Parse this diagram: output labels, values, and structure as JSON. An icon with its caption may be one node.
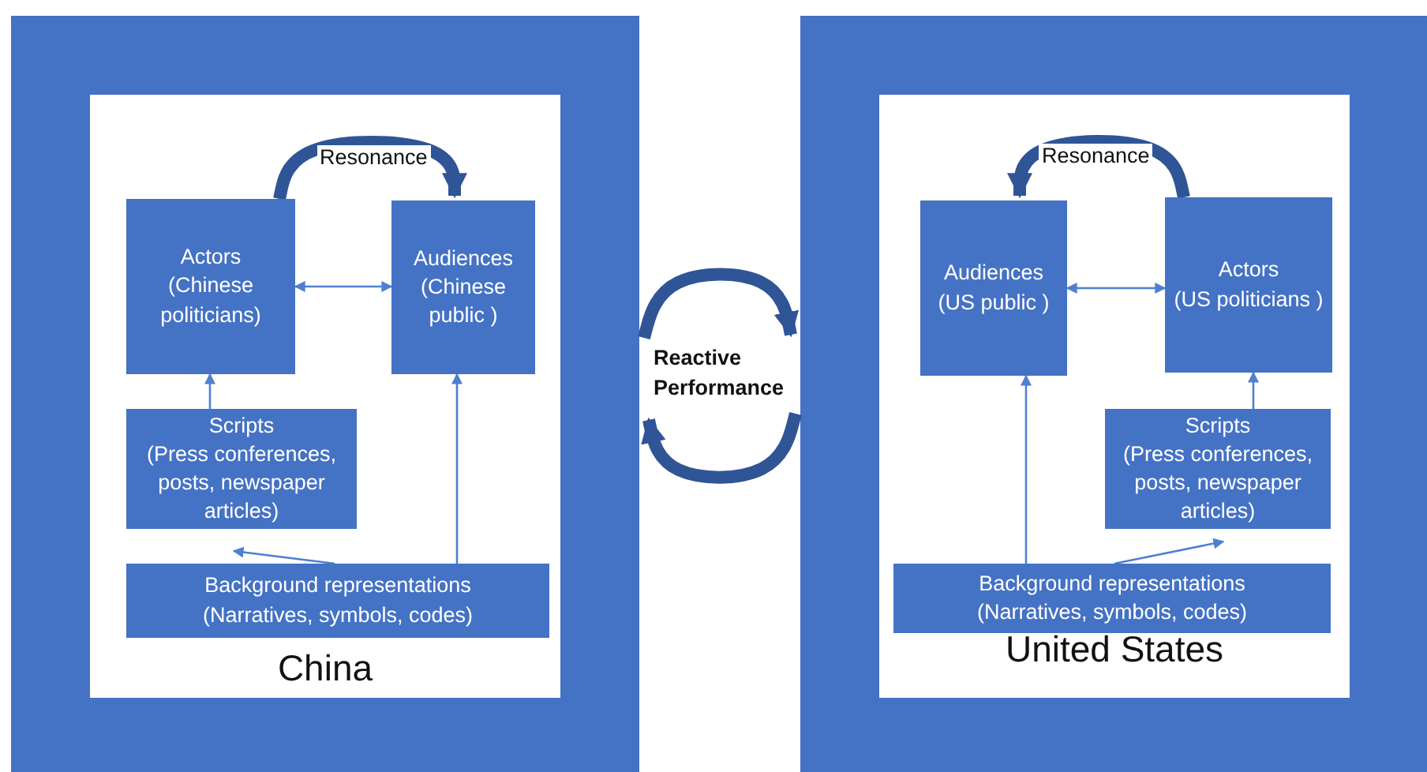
{
  "diagram": {
    "nodes": [
      {
        "text": [
          "China"
        ]
      },
      {
        "text": [
          "Actors",
          "(Chinese politicians)"
        ],
        "in": 0
      },
      {
        "text": [
          "Audiences",
          "(Chinese public )"
        ],
        "in": 0
      },
      {
        "text": [
          "Scripts",
          "(Press conferences, posts, newspaper articles)"
        ],
        "in": 0
      },
      {
        "text": [
          "Background representations",
          "(Narratives, symbols, codes)"
        ],
        "in": 0
      },
      {
        "text": [
          "United States"
        ]
      },
      {
        "text": [
          "Audiences",
          "(US public )"
        ],
        "in": 5
      },
      {
        "text": [
          "Actors",
          "(US politicians )"
        ],
        "in": 5
      },
      {
        "text": [
          "Scripts",
          "(Press conferences, posts, newspaper articles)"
        ],
        "in": 5
      },
      {
        "text": [
          "Background representations",
          "(Narratives, symbols, codes)"
        ],
        "in": 5
      }
    ],
    "edges": [
      {
        "from": 1,
        "to": 2,
        "arrow": "to",
        "label": "Resonance",
        "style": "thick",
        "color": "#2f5597"
      },
      {
        "from": 1,
        "to": 2,
        "arrow": "both"
      },
      {
        "from": 3,
        "to": 1,
        "arrow": "to"
      },
      {
        "from": 4,
        "to": 3,
        "arrow": "to"
      },
      {
        "from": 4,
        "to": 2,
        "arrow": "to"
      },
      {
        "from": 7,
        "to": 6,
        "arrow": "to",
        "label": "Resonance",
        "style": "thick",
        "color": "#2f5597"
      },
      {
        "from": 6,
        "to": 7,
        "arrow": "both"
      },
      {
        "from": 8,
        "to": 7,
        "arrow": "to"
      },
      {
        "from": 9,
        "to": 8,
        "arrow": "to"
      },
      {
        "from": 9,
        "to": 6,
        "arrow": "to"
      },
      {
        "from": 0,
        "to": 5,
        "arrow": "to",
        "style": "thick",
        "color": "#2f5597"
      },
      {
        "from": 5,
        "to": 0,
        "arrow": "to",
        "style": "thick",
        "color": "#2f5597"
      }
    ],
    "labels": [
      "Reactive Performance"
    ]
  }
}
